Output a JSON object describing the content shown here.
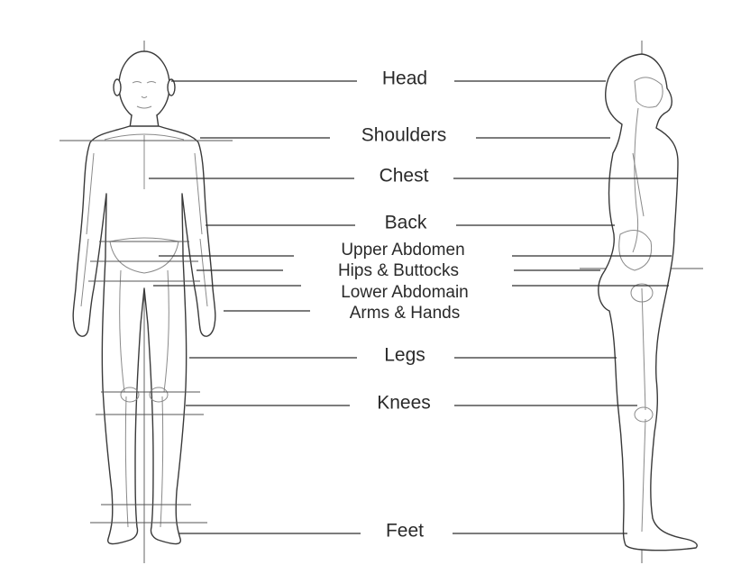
{
  "labels": {
    "head": "Head",
    "shoulders": "Shoulders",
    "chest": "Chest",
    "back": "Back",
    "upper_abdomen": "Upper Abdomen",
    "hips_buttocks": "Hips & Buttocks",
    "lower_abdomain": "Lower Abdomain",
    "arms_hands": "Arms & Hands",
    "legs": "Legs",
    "knees": "Knees",
    "feet": "Feet"
  },
  "colors": {
    "line": "#2e2e2e",
    "text": "#2a2a2a",
    "background": "#ffffff"
  }
}
